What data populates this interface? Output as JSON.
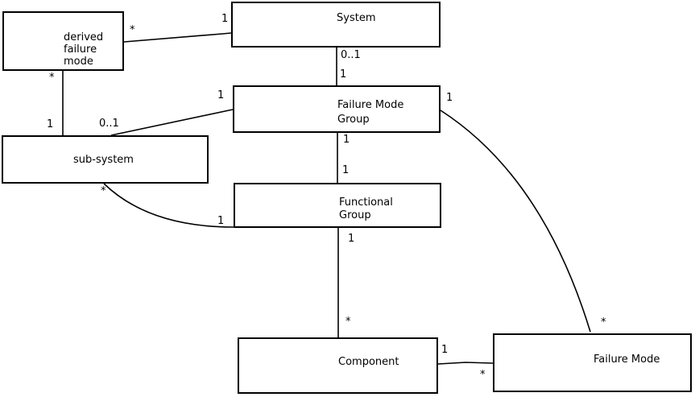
{
  "colors": {
    "background": "#ffffff",
    "box_fill": "#ffffff",
    "box_border": "#000000",
    "line": "#000000",
    "text": "#000000"
  },
  "boxes": [
    {
      "name": "derived-failure-mode",
      "label": "derived\nfailure\nmode"
    },
    {
      "name": "system",
      "label": "System"
    },
    {
      "name": "failure-mode-group",
      "label": "Failure Mode\nGroup"
    },
    {
      "name": "sub-system",
      "label": "sub-system"
    },
    {
      "name": "functional-group",
      "label": "Functional\nGroup"
    },
    {
      "name": "component",
      "label": "Component"
    },
    {
      "name": "failure-mode",
      "label": "Failure Mode"
    }
  ],
  "connections": [
    {
      "from": "derived failure mode",
      "to": "System",
      "from_label": "*",
      "to_label": "1"
    },
    {
      "from": "System",
      "to": "Failure Mode Group",
      "from_label": "0..1",
      "to_label": "1"
    },
    {
      "from": "Failure Mode Group",
      "to": "sub-system",
      "from_label": "1",
      "to_label": "0..1"
    },
    {
      "from": "derived failure mode",
      "to": "sub-system",
      "from_label": "*",
      "to_label": "1"
    },
    {
      "from": "Failure Mode Group",
      "to": "Functional Group",
      "from_label": "1",
      "to_label": "1"
    },
    {
      "from": "sub-system",
      "to": "Functional Group",
      "from_label": "*",
      "to_label": "1"
    },
    {
      "from": "Functional Group",
      "to": "Component",
      "from_label": "1",
      "to_label": "*"
    },
    {
      "from": "Component",
      "to": "Failure Mode",
      "from_label": "1",
      "to_label": "*"
    },
    {
      "from": "Failure Mode Group",
      "to": "Failure Mode",
      "from_label": "1",
      "to_label": "*"
    }
  ]
}
